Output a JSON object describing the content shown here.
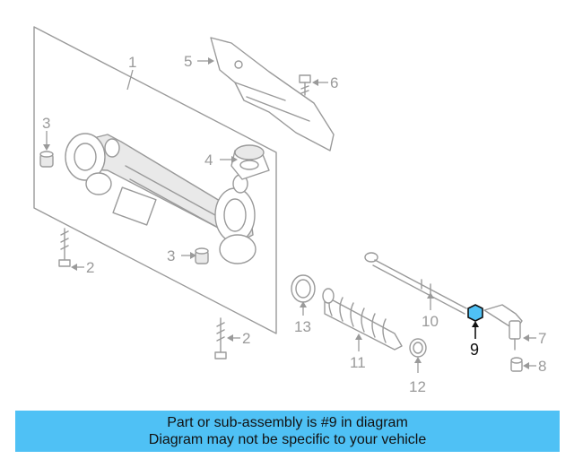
{
  "colors": {
    "banner_bg": "#4fc1f5",
    "part_stroke": "#9a9a9a",
    "highlight_fill": "#4fc1f5",
    "highlight_stroke": "#111111"
  },
  "callouts": {
    "n1": "1",
    "n2a": "2",
    "n2b": "2",
    "n3a": "3",
    "n3b": "3",
    "n4": "4",
    "n5": "5",
    "n6": "6",
    "n7": "7",
    "n8": "8",
    "n9": "9",
    "n10": "10",
    "n11": "11",
    "n12": "12",
    "n13": "13"
  },
  "highlighted_part": "9",
  "banner": {
    "line1": "Part or sub-assembly is #9 in diagram",
    "line2": "Diagram may not be specific to your vehicle"
  }
}
